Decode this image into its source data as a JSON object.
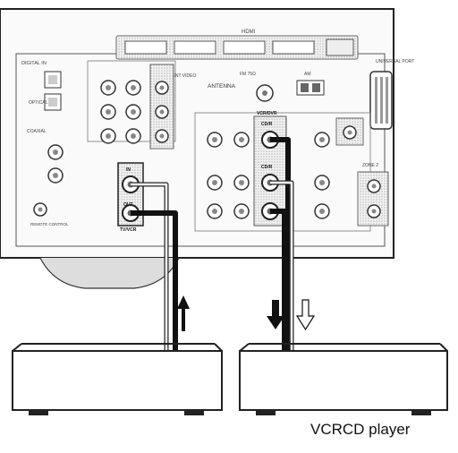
{
  "panel_labels": {
    "hdmi": "HDMI",
    "antenna": "ANTENNA",
    "fm75": "FM 75Ω",
    "am": "AM",
    "in": "IN",
    "out": "OUT",
    "tv_vcr": "TV/VCR",
    "cd_in": "CD/R",
    "cd_out": "CD/R",
    "vcr_dvr": "VCR/DVR",
    "universal_port": "UNIVERSAL PORT",
    "component_video": "COMPONENT VIDEO",
    "digital_in": "DIGITAL IN",
    "optical": "OPTICAL",
    "coaxial": "COAXIAL",
    "remote_control": "REMOTE CONTROL",
    "zone2": "ZONE 2"
  },
  "caption": "VCRCD player"
}
